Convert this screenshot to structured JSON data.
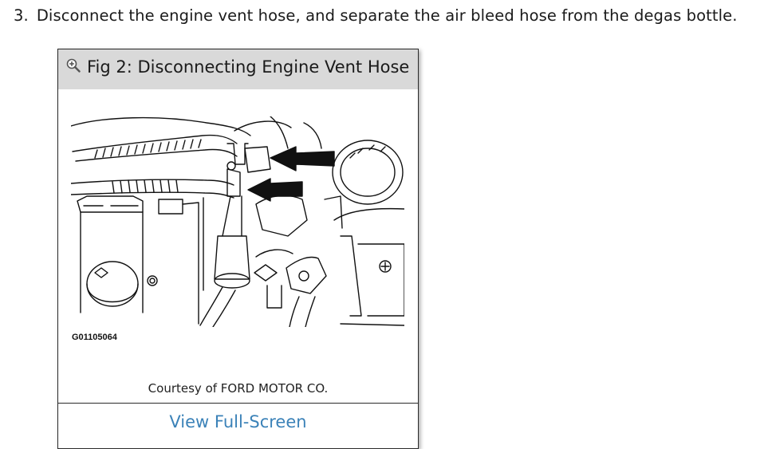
{
  "step": {
    "number": "3.",
    "text": "Disconnect the engine vent hose, and separate the air bleed hose from the degas bottle."
  },
  "figure": {
    "title": "Fig 2: Disconnecting Engine Vent Hose",
    "zoom_icon": "zoom-in-magnifier-icon",
    "diagram_code": "G01105064",
    "credit": "Courtesy of FORD MOTOR CO.",
    "fullscreen_label": "View Full-Screen"
  },
  "colors": {
    "header_bg": "#d9d9d9",
    "link": "#3b82b8",
    "text": "#1a1a1a"
  }
}
